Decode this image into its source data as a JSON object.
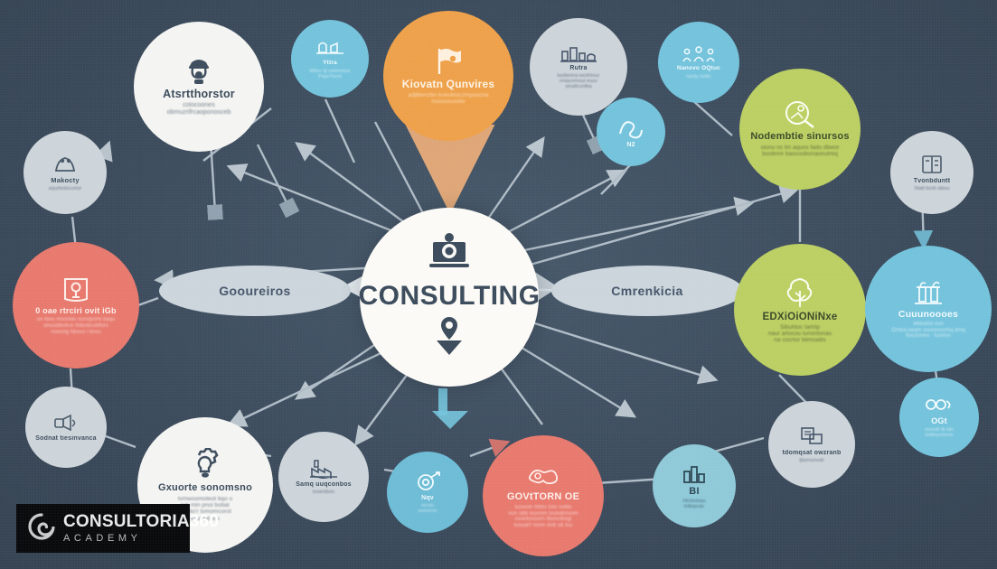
{
  "meta": {
    "background_color": "#3d4e60",
    "hub_color": "#fbfaf6",
    "link_color": "#c9d4dc"
  },
  "hub": {
    "title": "CONSULTING",
    "icon_top": "presenter-screen-icon",
    "icon_bottom": "location-pin-arrow-icon"
  },
  "logo": {
    "icon": "spiral-swirl-icon",
    "name_main": "CONSULTORIA",
    "name_accent": "360",
    "name_sub": "ACADEMY",
    "background": "#090a0b"
  },
  "ellipses": [
    {
      "id": "ellipse-left",
      "title": "Gooureiros",
      "color": "#ccd5dc"
    },
    {
      "id": "ellipse-right",
      "title": "Cmrenkicia",
      "color": "#ccd5dc"
    }
  ],
  "nodes": [
    {
      "id": "node-administrator",
      "title": "Atsrtthorstor",
      "sub": "colocoones\nobmuzrifrcaoponosceb",
      "icon": "lecture-stand-icon",
      "color": "#f4f4f2",
      "palette": "p-white"
    },
    {
      "id": "node-marketing-left",
      "title": "Makocty",
      "sub": "arjurtestocome",
      "icon": "owl-bird-icon",
      "color": "#d9dde1",
      "palette": "p-gray"
    },
    {
      "id": "node-cloud-top",
      "title": "Yttra",
      "sub": "Mttvv dj ustenntoa\nPapeTonni",
      "icon": "cloud-buildings-icon",
      "color": "#74c3dc",
      "palette": "p-blue"
    },
    {
      "id": "node-growth-orange",
      "title": "Kiovatn Qunvires",
      "sub": "adjtbenzbn koeokioczmpoccna\nmoooocoobv",
      "icon": "flag-chart-icon",
      "color": "#eea14a",
      "palette": "p-orange"
    },
    {
      "id": "node-city-gray",
      "title": "Rutra",
      "sub": "tuobeona wortrtouc\nrmiacemoui euuv\nsinaitcontba",
      "icon": "city-skyline-icon",
      "color": "#cdd4da",
      "palette": "p-gray"
    },
    {
      "id": "node-team-blue",
      "title": "Nanovo OQtuc",
      "sub": "nauty ioatic",
      "icon": "people-group-icon",
      "color": "#74c3dc",
      "palette": "p-blue"
    },
    {
      "id": "node-ribbon-blue",
      "title": "N2",
      "sub": "",
      "icon": "ribbon-loop-icon",
      "color": "#74c3dc",
      "palette": "p-blue"
    },
    {
      "id": "node-innovation-green",
      "title": "Nodembtie sinursos",
      "sub": "stonu nc tm aquos fado dbwor\nboobnnr baocoobonaonutreq",
      "icon": "search-person-icon",
      "color": "#bccf63",
      "palette": "p-green"
    },
    {
      "id": "node-book-right",
      "title": "Tvonbduntt",
      "sub": "Xtatt brott obtou",
      "icon": "book-open-icon",
      "color": "#d9dde1",
      "palette": "p-gray"
    },
    {
      "id": "node-client-red",
      "title": "0 oae rtrciri ovit iGb",
      "sub": "on ttiou moooiiki nunopoml baqu\nomusbbotroi rbtkottcuitiforv\nnoonrig hbovo i bnoc",
      "icon": "portrait-frame-icon",
      "color": "#e8796e",
      "palette": "p-red"
    },
    {
      "id": "node-environment-green",
      "title": "EDXiOiONiNxe",
      "sub": "Sibuhtoc tartrtp\nnaur artocou tunontonas\nna cocrtor biimsaitis",
      "icon": "tree-icon",
      "color": "#bccf63",
      "palette": "p-green"
    },
    {
      "id": "node-structure-blue",
      "title": "Cuuunoooes",
      "sub": "Mtbuttot oun\nOmtoLoeqm oooonoonhq dmq\nttoconnes - fuortos",
      "icon": "gate-pillars-icon",
      "color": "#74c3dc",
      "palette": "p-blue"
    },
    {
      "id": "node-marketing-small",
      "title": "Sodnat tiesinvanca",
      "sub": "",
      "icon": "megaphone-icon",
      "color": "#d9dde1",
      "palette": "p-gray"
    },
    {
      "id": "node-solutions-white",
      "title": "Gxuorte sonomsno",
      "sub": "tvmwoomoteot bqo o\ntoh min pnoi bobat\nb ,toto'r tomomcorot\ntuuntobocs",
      "icon": "gear-lightbulb-icon",
      "color": "#f4f4f2",
      "palette": "p-white"
    },
    {
      "id": "node-factory-gray",
      "title": "Samq uuqconbos",
      "sub": "tooimtbon",
      "icon": "factory-icon",
      "color": "#d9dde1",
      "palette": "p-gray"
    },
    {
      "id": "node-strategy-blue",
      "title": "Nqv",
      "sub": "mrutu\nxomrenn",
      "icon": "target-arrow-icon",
      "color": "#6ebcd6",
      "palette": "p-bluemid"
    },
    {
      "id": "node-governance-red",
      "title": "GOVtTORN OE",
      "sub": "tuoootn ttttbo toto vottbi\nnon obb tooonm tooloitmvom\novontoooorn tbonctbogi\ntoouat'r tomn dott ob tou",
      "icon": "handshake-gear-icon",
      "color": "#e8796e",
      "palette": "p-red"
    },
    {
      "id": "node-bi-teal",
      "title": "BI",
      "sub": "Htcbotoqu\ntntbqoutc",
      "icon": "bar-chart-icon",
      "color": "#8fc9d8",
      "palette": "p-teal"
    },
    {
      "id": "node-documents-gray",
      "title": "tdomqsat owzranb",
      "sub": "tjtarnoovob",
      "icon": "documents-icon",
      "color": "#d9dde1",
      "palette": "p-gray"
    },
    {
      "id": "node-oee-blue",
      "title": "OGt",
      "sub": "mroutii tb tdo\ntmtbourteom",
      "icon": "cycle-arrows-icon",
      "color": "#74c3dc",
      "palette": "p-blue"
    }
  ]
}
